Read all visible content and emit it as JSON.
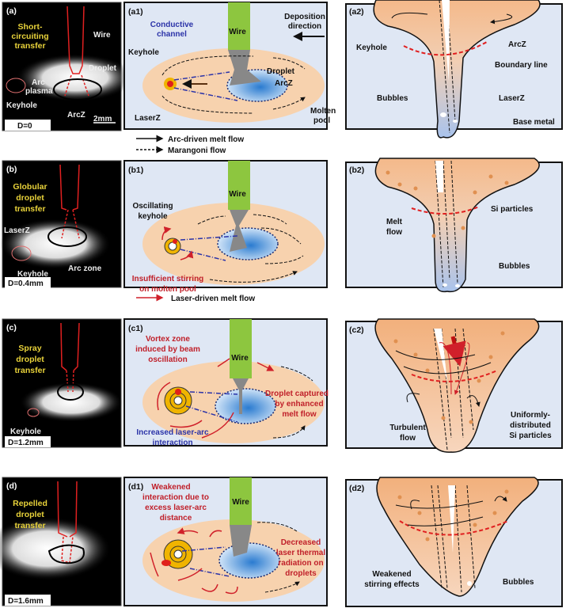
{
  "colors": {
    "wire": "#8dc63f",
    "molten_pool": "#f7d2ae",
    "arc_zone": "#4a90d9",
    "laser_flow": "#d0202a",
    "channel": "#2b33a8",
    "panel_bg": "#dfe7f4",
    "annotation_yellow": "#e8d23a"
  },
  "legend": {
    "arc_driven": "Arc-driven melt flow",
    "marangoni": "Marangoni flow",
    "laser_driven": "Laser-driven melt flow"
  },
  "rows": {
    "a": {
      "photo": {
        "tag": "(a)",
        "mode": [
          "Short-",
          "circuiting",
          "transfer"
        ],
        "wire": "Wire",
        "droplet": "Droplet",
        "arc_plasma": [
          "Arc",
          "plasma"
        ],
        "keyhole": "Keyhole",
        "arcz": "ArcZ",
        "scale": "2mm",
        "distance": "D=0"
      },
      "schematic": {
        "tag": "(a1)",
        "channel": [
          "Conductive",
          "channel"
        ],
        "wire": "Wire",
        "deposition": [
          "Deposition",
          "direction"
        ],
        "keyhole": "Keyhole",
        "droplet": "Droplet",
        "arcz": "ArcZ",
        "laserz": "LaserZ",
        "pool": [
          "Molten",
          "pool"
        ]
      },
      "section": {
        "tag": "(a2)",
        "keyhole": "Keyhole",
        "arcz": "ArcZ",
        "boundary": "Boundary line",
        "bubbles": "Bubbles",
        "laserz": "LaserZ",
        "base": "Base metal"
      }
    },
    "b": {
      "photo": {
        "tag": "(b)",
        "mode": [
          "Globular",
          "droplet",
          "transfer"
        ],
        "laserz": "LaserZ",
        "keyhole": "Keyhole",
        "arc_zone": "Arc zone",
        "distance": "D=0.4mm"
      },
      "schematic": {
        "tag": "(b1)",
        "wire": "Wire",
        "keyhole": [
          "Oscillating",
          "keyhole"
        ],
        "stirring": [
          "Insufficient stirring",
          "on molten pool"
        ]
      },
      "section": {
        "tag": "(b2)",
        "melt_flow": [
          "Melt",
          "flow"
        ],
        "si": "Si particles",
        "bubbles": "Bubbles"
      }
    },
    "c": {
      "photo": {
        "tag": "(c)",
        "mode": [
          "Spray",
          "droplet",
          "transfer"
        ],
        "keyhole": "Keyhole",
        "distance": "D=1.2mm"
      },
      "schematic": {
        "tag": "(c1)",
        "wire": "Wire",
        "vortex": [
          "Vortex zone",
          "induced by beam",
          "oscillation"
        ],
        "droplet": [
          "Droplet captured",
          "by enhanced",
          "melt flow"
        ],
        "interaction": [
          "Increased laser-arc",
          "interaction"
        ]
      },
      "section": {
        "tag": "(c2)",
        "turbulent": [
          "Turbulent",
          "flow"
        ],
        "si": [
          "Uniformly-",
          "distributed",
          "Si particles"
        ]
      }
    },
    "d": {
      "photo": {
        "tag": "(d)",
        "mode": [
          "Repelled",
          "droplet",
          "transfer"
        ],
        "distance": "D=1.6mm"
      },
      "schematic": {
        "tag": "(d1)",
        "wire": "Wire",
        "weakened": [
          "Weakened",
          "interaction due to",
          "excess laser-arc",
          "distance"
        ],
        "decreased": [
          "Decreased",
          "laser thermal",
          "radiation on",
          "droplets"
        ]
      },
      "section": {
        "tag": "(d2)",
        "weakened": [
          "Weakened",
          "stirring effects"
        ],
        "bubbles": "Bubbles"
      }
    }
  }
}
